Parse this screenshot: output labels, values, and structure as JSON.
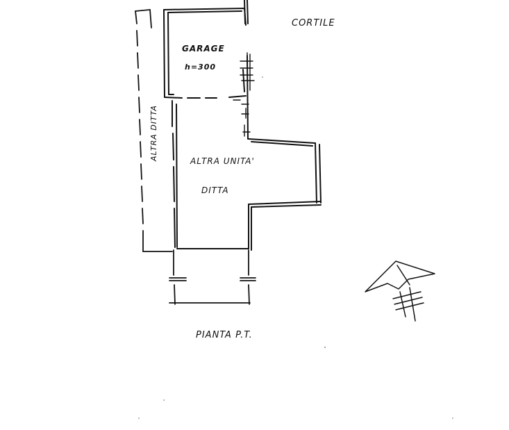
{
  "labels": {
    "cortile": "CORTILE",
    "garage": "GARAGE",
    "garage_height": "h=300",
    "altra_unita_side": "ALTRA DITTA",
    "altra_unita": "ALTRA UNITA'",
    "ditta": "DITTA",
    "pianta": "PIANTA P.T."
  },
  "colors": {
    "ink": "#111111",
    "paper": "#ffffff"
  },
  "icons": {
    "north_arrow": "north-arrow-icon"
  }
}
